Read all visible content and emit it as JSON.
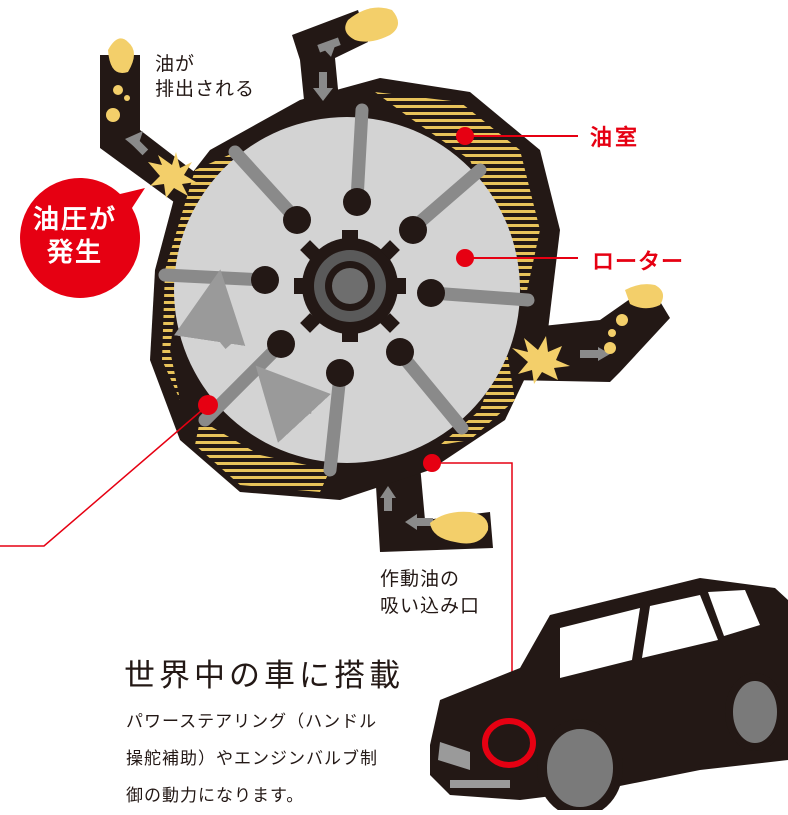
{
  "labels": {
    "oil_discharged": [
      "油が",
      "排出される"
    ],
    "oil_chamber": "油室",
    "rotor": "ローター",
    "pressure_badge": [
      "油圧が",
      "発生"
    ],
    "intake": [
      "作動油の",
      "吸い込み口"
    ]
  },
  "feature": {
    "heading": "世界中の車に搭載",
    "description": [
      "パワーステアリング（ハンドル",
      "操舵補助）やエンジンバルブ制",
      "御の動力になります。"
    ]
  },
  "colors": {
    "accent_red": "#e60012",
    "oil_yellow": "#f3cf6a",
    "body_black": "#231815",
    "rotor_gray": "#d3d3d3",
    "vane_gray": "#8a8a8a"
  },
  "icons": [
    "rotor-gear-icon",
    "car-icon",
    "arrow-icon",
    "spark-icon",
    "oil-drop-icon"
  ]
}
